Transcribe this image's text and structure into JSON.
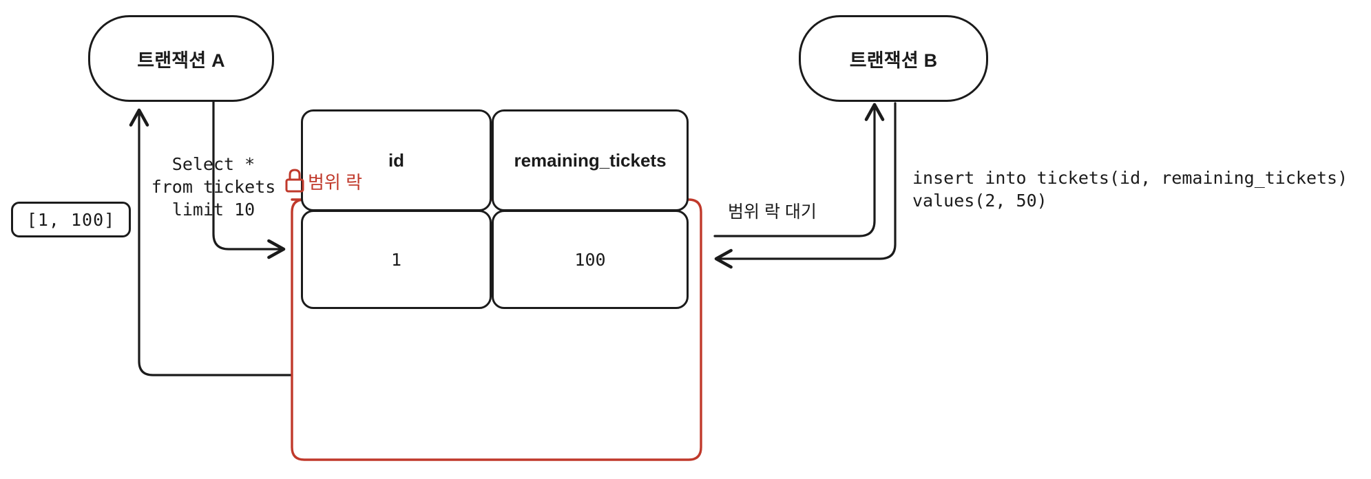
{
  "diagram": {
    "title": "Range lock (gap lock) between two transactions",
    "palette": {
      "stroke": "#1b1b1b",
      "lock": "#c0392b",
      "background": "#ffffff"
    },
    "nodes": {
      "transaction_a": {
        "label": "트랜잭션 A"
      },
      "transaction_b": {
        "label": "트랜잭션 B"
      },
      "range_box": {
        "label": "[1, 100]"
      }
    },
    "table": {
      "columns": [
        {
          "header": "id",
          "value": "1"
        },
        {
          "header": "remaining_tickets",
          "value": "100"
        }
      ]
    },
    "annotations": {
      "select_query": "Select *\nfrom tickets\nlimit 10",
      "range_lock": "범위 락",
      "range_lock_wait": "범위 락 대기",
      "insert_query": "insert into tickets(id, remaining_tickets)\nvalues(2, 50)"
    },
    "icons": {
      "lock": "lock-icon"
    }
  }
}
